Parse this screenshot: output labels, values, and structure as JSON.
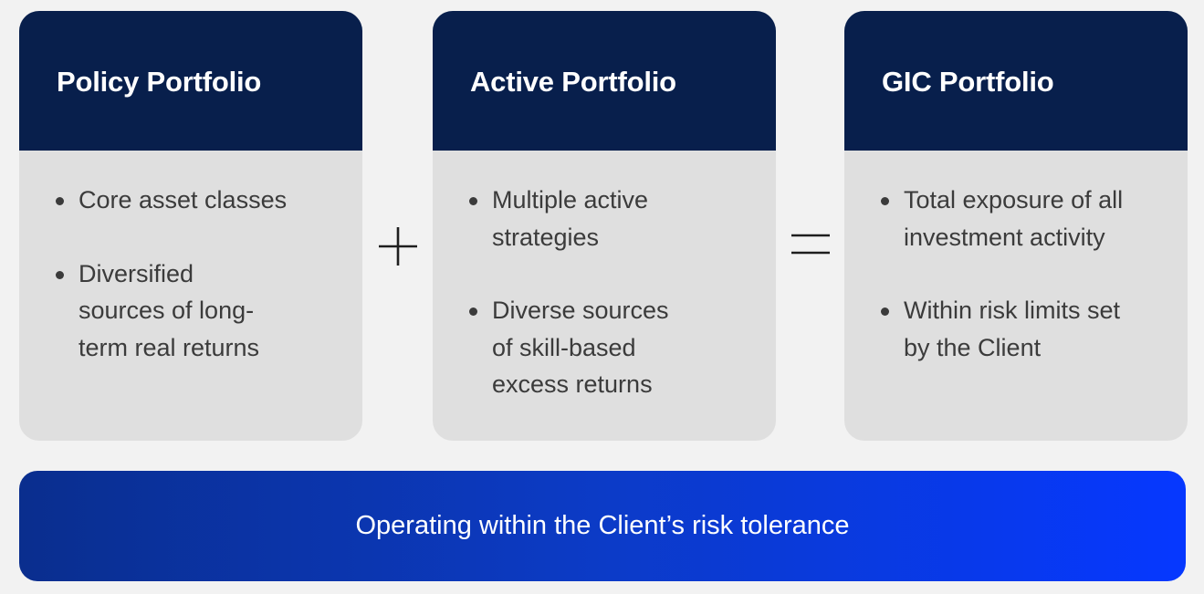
{
  "cards": [
    {
      "title": "Policy Portfolio",
      "points": [
        "Core asset classes",
        "Diversified sources of long-term real returns"
      ]
    },
    {
      "title": "Active Portfolio",
      "points": [
        "Multiple active strategies",
        "Diverse sources of skill-based excess returns"
      ]
    },
    {
      "title": "GIC Portfolio",
      "points": [
        "Total exposure of all investment activity",
        "Within risk limits set by the Client"
      ]
    }
  ],
  "operators": {
    "plus_icon": "plus-icon",
    "equals_icon": "equals-icon"
  },
  "banner": {
    "text": "Operating within the Client’s risk tolerance"
  },
  "colors": {
    "header_navy": "#081f4c",
    "card_gray": "#dfdfdf",
    "banner_blue_start": "#0a2e8e",
    "banner_blue_end": "#0638ff",
    "background": "#f2f2f2"
  }
}
